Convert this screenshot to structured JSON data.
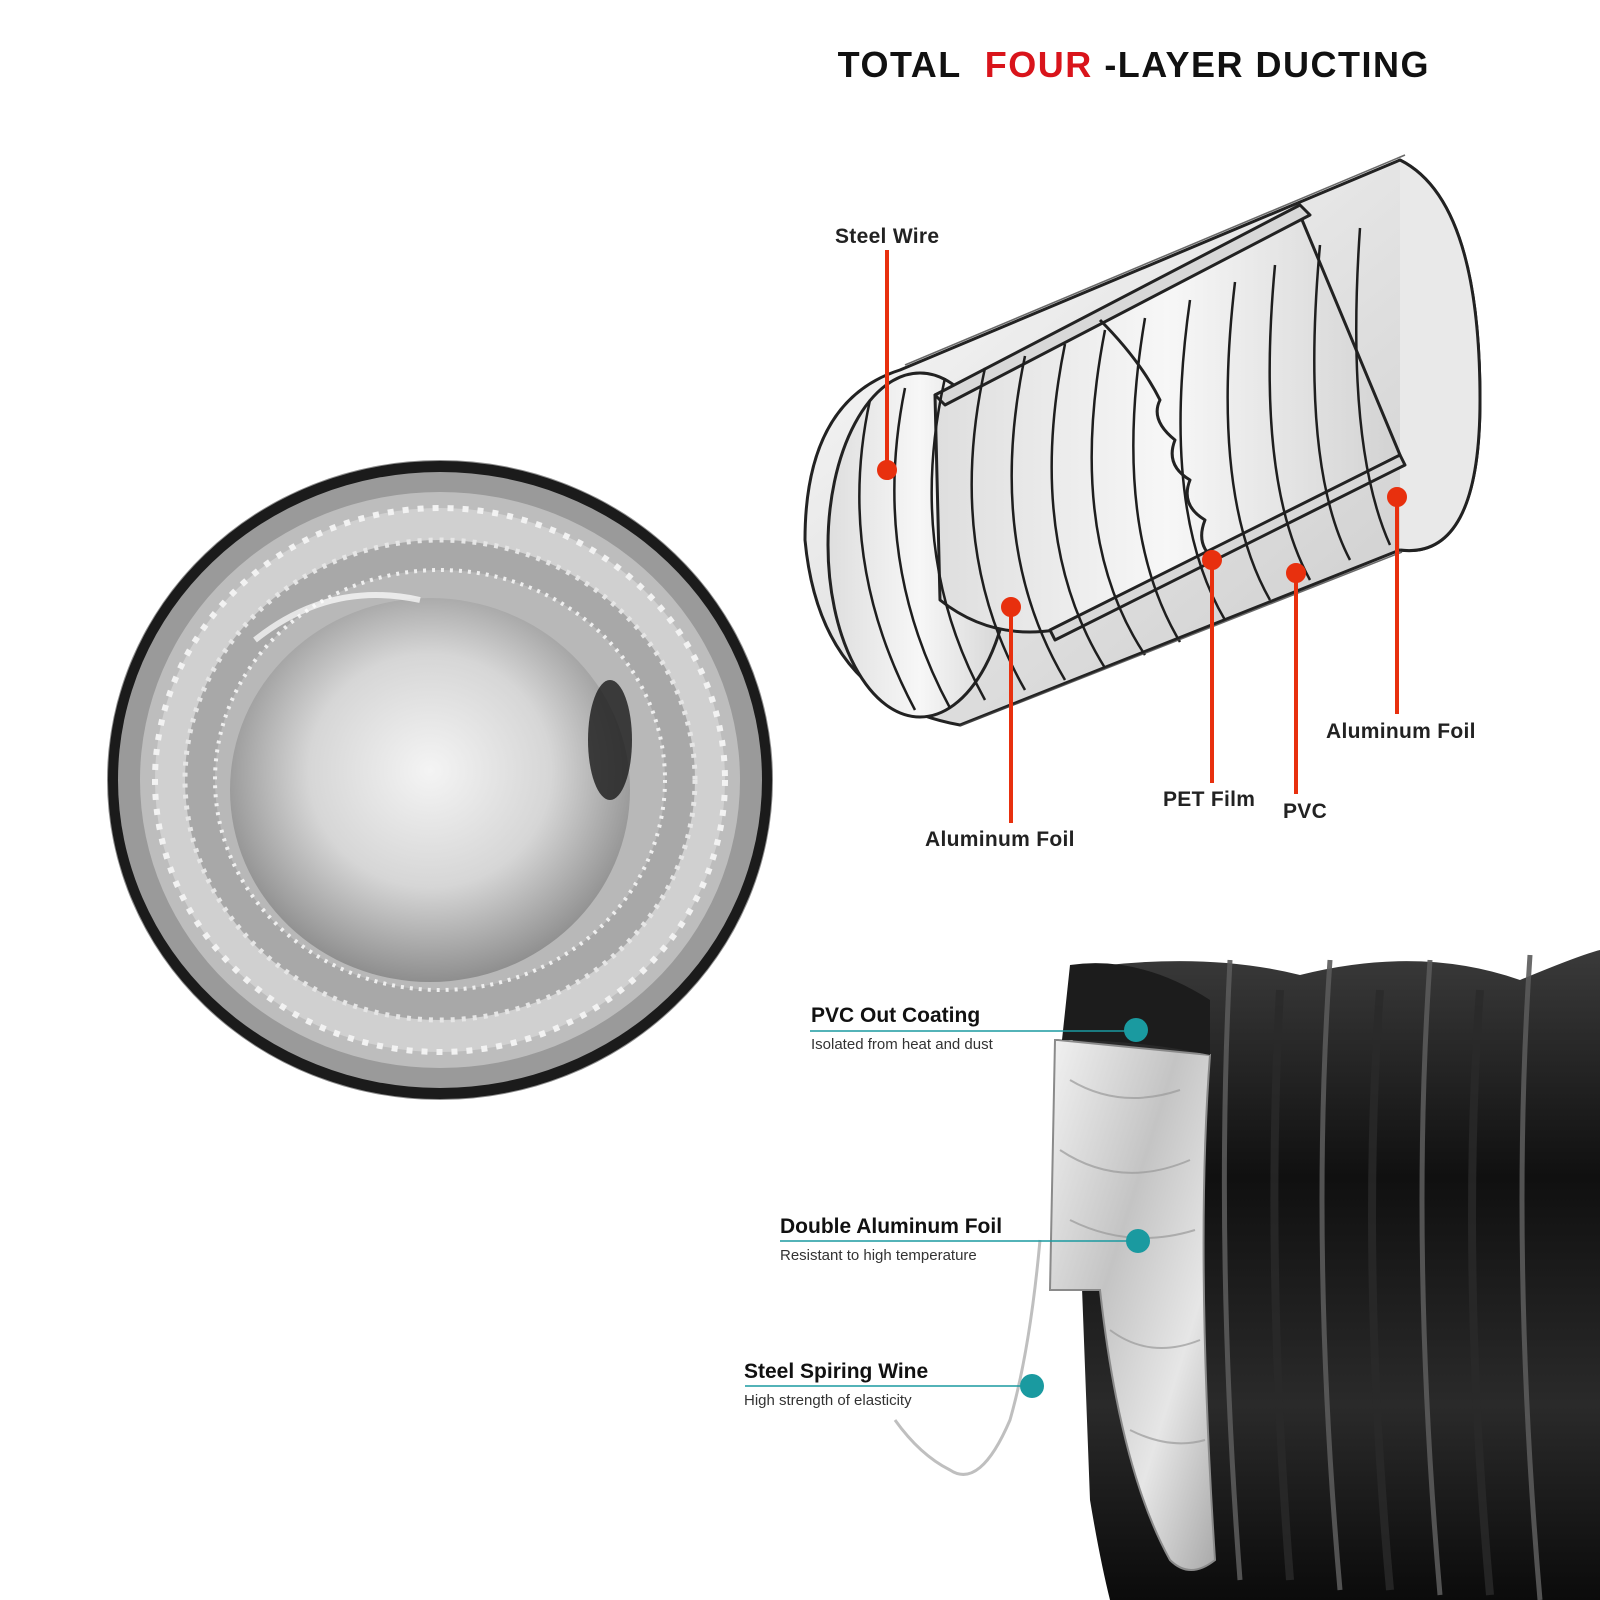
{
  "header": {
    "title_prefix": "TOTAL",
    "title_accent": "FOUR",
    "title_suffix": "-LAYER DUCTING",
    "accent_color": "#d9141b"
  },
  "diagram": {
    "labels": {
      "steel_wire": "Steel Wire",
      "aluminum_foil_inner": "Aluminum Foil",
      "pet_film": "PET Film",
      "pvc": "PVC",
      "aluminum_foil_outer": "Aluminum Foil"
    },
    "leader_color": "#e8300e"
  },
  "callouts": [
    {
      "title": "PVC Out Coating",
      "subtitle": "Isolated from heat and dust"
    },
    {
      "title": "Double Aluminum Foil",
      "subtitle": "Resistant to high temperature"
    },
    {
      "title": "Steel Spiring Wine",
      "subtitle": "High strength of elasticity"
    }
  ],
  "colors": {
    "callout_dot": "#1a9aa0",
    "duct_black": "#151515",
    "foil": "#c9c9c9"
  }
}
